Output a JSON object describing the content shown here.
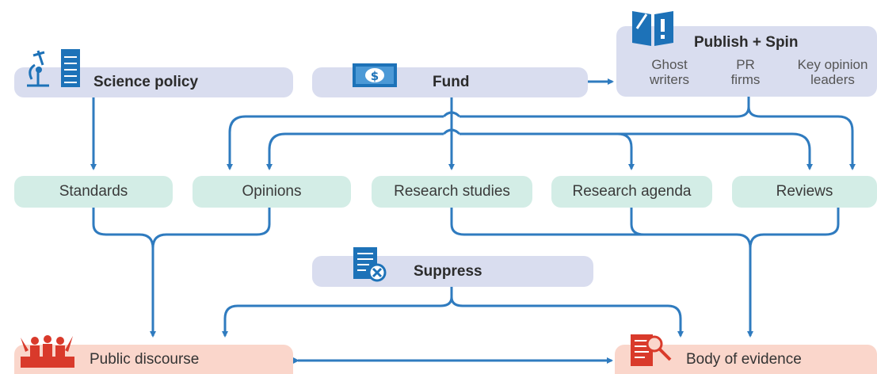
{
  "nodes": {
    "science_policy": "Science policy",
    "fund": "Fund",
    "publish_spin": "Publish + Spin",
    "ghost_writers": [
      "Ghost",
      "writers"
    ],
    "pr_firms": [
      "PR",
      "firms"
    ],
    "key_opinion_leaders": [
      "Key opinion",
      "leaders"
    ],
    "standards": "Standards",
    "opinions": "Opinions",
    "research_studies": "Research studies",
    "research_agenda": "Research agenda",
    "reviews": "Reviews",
    "suppress": "Suppress",
    "public_discourse": "Public discourse",
    "body_of_evidence": "Body of evidence"
  },
  "colors": {
    "line": "#2f7bbf",
    "purple_box": "#d9ddef",
    "green_box": "#d3ede6",
    "salmon_box": "#fad6cb",
    "icon_blue": "#1d72b8",
    "icon_red": "#d93a2b"
  },
  "icons": [
    "microscope-icon",
    "server-icon",
    "money-icon",
    "book-icon",
    "suppress-document-icon",
    "protest-crowd-icon",
    "evidence-search-icon"
  ]
}
